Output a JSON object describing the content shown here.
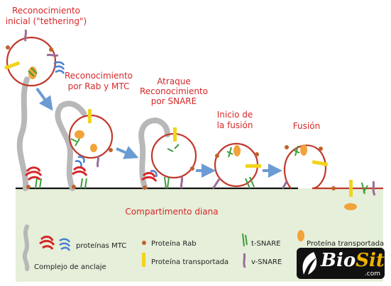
{
  "stages": [
    {
      "id": "tethering",
      "lines": [
        "Reconocimiento",
        "inicial (\"tethering\")"
      ]
    },
    {
      "id": "rab-mtc",
      "lines": [
        "Reconocimiento",
        "por Rab y MTC"
      ]
    },
    {
      "id": "snare",
      "lines": [
        "Atraque",
        "Reconocimiento",
        "por SNARE"
      ]
    },
    {
      "id": "fusion-start",
      "lines": [
        "Inicio de",
        "la fusión"
      ]
    },
    {
      "id": "fusion",
      "lines": [
        "Fusión"
      ]
    }
  ],
  "target": {
    "label": "Compartimento diana"
  },
  "legend": {
    "mtc": "proteínas MTC",
    "tether": "Complejo de anclaje",
    "rab": "Proteína Rab",
    "cargo_membrane": "Proteína transportada",
    "t_snare": "t-SNARE",
    "v_snare": "v-SNARE",
    "cargo_soluble": "Proteína transportada"
  },
  "watermark": {
    "brand_part1": "Bio",
    "brand_part2": "Sitio",
    "suffix": ".com"
  },
  "colors": {
    "stage_text": "#d62728",
    "vesicle": "#c0392b",
    "target_fill": "#e5efd9",
    "rab": "#c0622b",
    "membrane_cargo": "#f2d41b",
    "soluble_cargo": "#f2a33a",
    "t_snare": "#3a9e3a",
    "v_snare": "#9b6b9b",
    "mtc_red": "#d62728",
    "mtc_blue": "#4a7fd0",
    "tether": "#b8b8b8",
    "arrow": "#6b9bd2"
  }
}
